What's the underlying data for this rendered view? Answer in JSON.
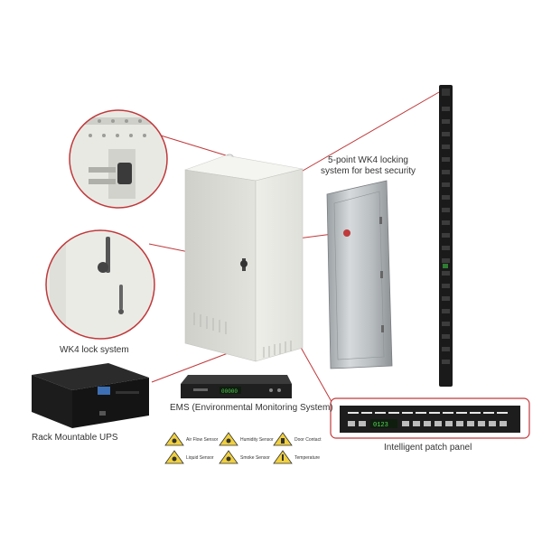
{
  "labels": {
    "locking_line1": "5-point WK4 locking",
    "locking_line2": "system for best security",
    "wk4_lock": "WK4 lock system",
    "ups": "Rack Mountable UPS",
    "ems": "EMS (Environmental  Monitoring System)",
    "patch_panel": "Intelligent patch panel"
  },
  "sensors": [
    "Air Flow Sensor",
    "Humidity Sensor",
    "Door Contact",
    "Liquid Sensor",
    "Smoke Sensor",
    "Temperature"
  ],
  "ems_unit": {
    "display": "00000"
  },
  "patch_panel": {
    "display": "0123"
  },
  "colors": {
    "callout_line": "#c0393b",
    "cabinet": "#e7e7e2",
    "sensor_yellow": "#f0d040"
  }
}
